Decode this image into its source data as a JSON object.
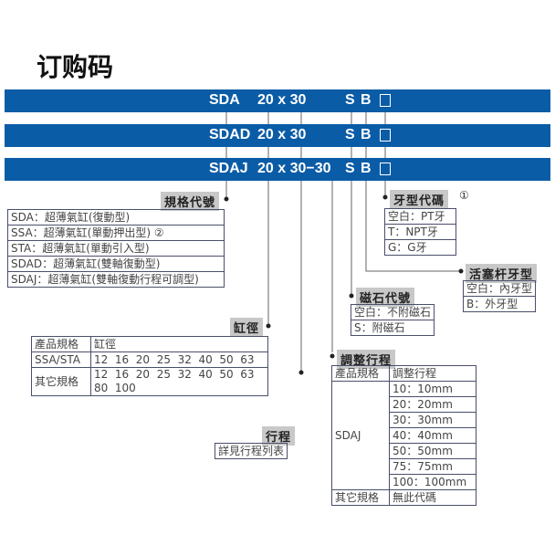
{
  "title": "订购码",
  "codes": [
    {
      "series": "SDA",
      "size": "20 x 30",
      "magnet": "S",
      "rod": "B"
    },
    {
      "series": "SDAD",
      "size": "20 x 30",
      "magnet": "S",
      "rod": "B"
    },
    {
      "series": "SDAJ",
      "size": "20 x 30−30",
      "magnet": "S",
      "rod": "B"
    }
  ],
  "spec": {
    "label": "規格代號",
    "rows": [
      "SDA：超薄氣缸(復動型)",
      "SSA：超薄氣缸(單動押出型) ②",
      "STA：超薄氣缸(單動引入型)",
      "SDAD：超薄氣缸(雙軸復動型)",
      "SDAJ：超薄氣缸(雙軸復動行程可調型)"
    ]
  },
  "bore": {
    "label": "缸徑",
    "header": [
      "產品規格",
      "缸徑"
    ],
    "rows": [
      [
        "SSA/STA",
        "12  16  20  25  32  40  50  63"
      ],
      [
        "其它規格",
        "12  16  20  25  32  40  50  63\n80  100"
      ]
    ]
  },
  "stroke": {
    "label": "行程",
    "value": "詳見行程列表"
  },
  "adjust": {
    "label": "調整行程",
    "header": [
      "產品規格",
      "調整行程"
    ],
    "product": "SDAJ",
    "values": [
      "10：10mm",
      "20：20mm",
      "30：30mm",
      "40：40mm",
      "50：50mm",
      "75：75mm",
      "100：100mm"
    ],
    "other": [
      "其它規格",
      "無此代碼"
    ]
  },
  "magnet": {
    "label": "磁石代號",
    "rows": [
      "空白：不附磁石",
      "S：附磁石"
    ]
  },
  "rod": {
    "label": "活塞杆牙型",
    "rows": [
      "空白：內牙型",
      "B：外牙型"
    ]
  },
  "thread": {
    "label": "牙型代碼",
    "note": "①",
    "rows": [
      "空白：PT牙",
      "T：NPT牙",
      "G：G牙"
    ]
  }
}
